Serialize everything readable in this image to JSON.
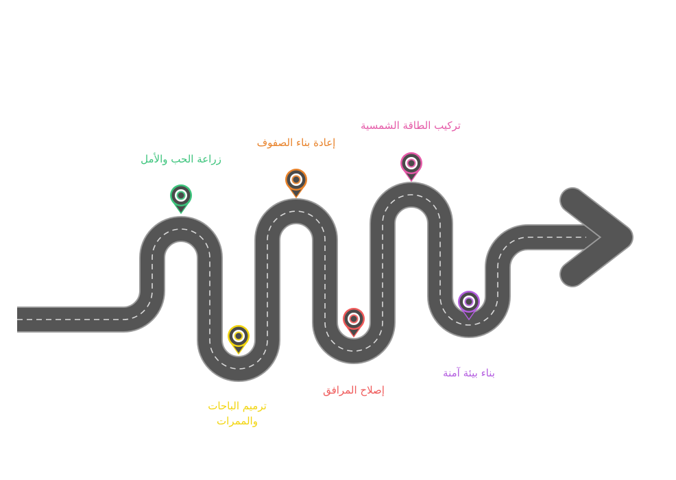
{
  "milestones": [
    {
      "label": "زراعة الحب والأمل",
      "color": "#3cc47c"
    },
    {
      "label": "ترميم الباحات والممرات",
      "color": "#f2d50f"
    },
    {
      "label": "إعادة بناء الصفوف",
      "color": "#e8822a"
    },
    {
      "label": "إصلاح المرافق",
      "color": "#ef5a5a"
    },
    {
      "label": "تركيب الطاقة الشمسية",
      "color": "#e55aa8"
    },
    {
      "label": "بناء بيئة آمنة",
      "color": "#b45ee0"
    }
  ],
  "colors": {
    "road": "#555555",
    "road_edge": "#9a9a9a",
    "dash": "#d9d9d9"
  }
}
